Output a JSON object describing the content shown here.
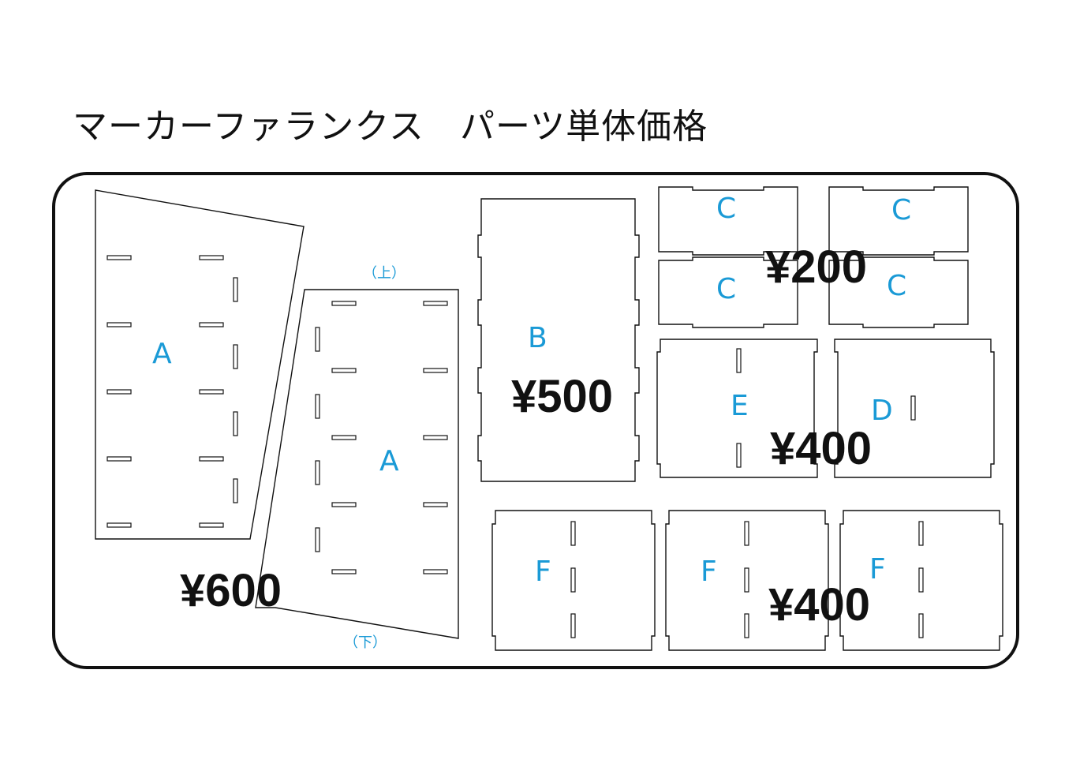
{
  "title": "マーカーファランクス　パーツ単体価格",
  "colors": {
    "label": "#1a9ad6",
    "price": "#111111",
    "outline": "#111111"
  },
  "parts": {
    "a1": "A",
    "a2": "A",
    "b": "B",
    "c1": "C",
    "c2": "C",
    "c3": "C",
    "c4": "C",
    "e": "E",
    "d": "D",
    "f1": "F",
    "f2": "F",
    "f3": "F"
  },
  "hints": {
    "top": "（上）",
    "bottom": "（下）"
  },
  "prices": {
    "a": "¥600",
    "b": "¥500",
    "c": "¥200",
    "de": "¥400",
    "f": "¥400"
  }
}
